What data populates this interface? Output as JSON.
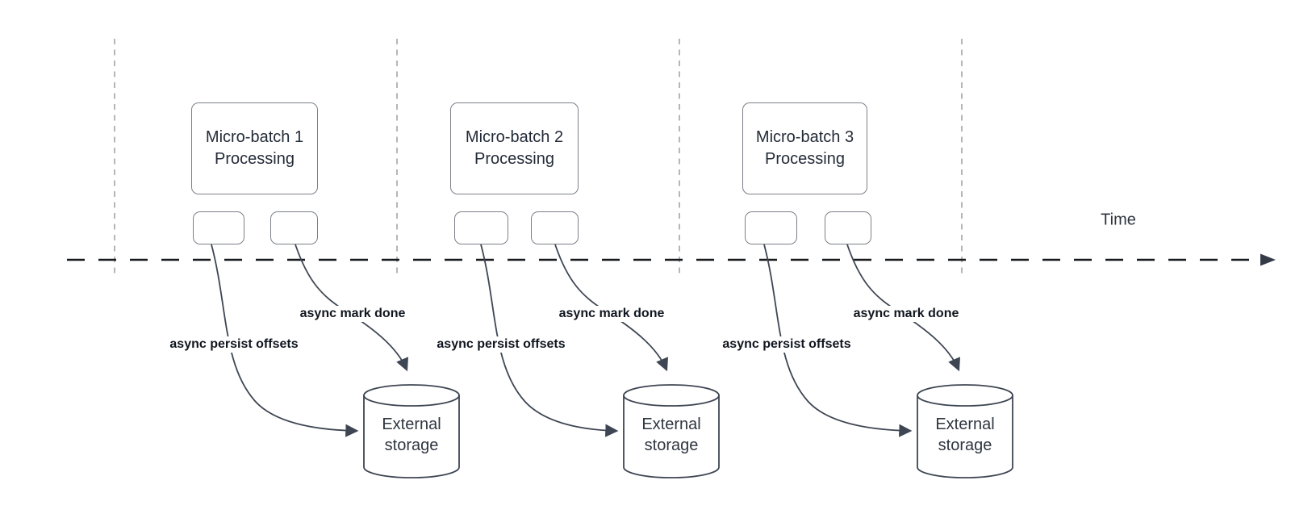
{
  "diagram": {
    "time_label": "Time",
    "batches": [
      {
        "name": "Micro-batch 1",
        "subtitle": "Processing",
        "persist_label": "async persist offsets",
        "mark_done_label": "async mark done",
        "storage": {
          "line1": "External",
          "line2": "storage"
        }
      },
      {
        "name": "Micro-batch 2",
        "subtitle": "Processing",
        "persist_label": "async persist offsets",
        "mark_done_label": "async mark done",
        "storage": {
          "line1": "External",
          "line2": "storage"
        }
      },
      {
        "name": "Micro-batch 3",
        "subtitle": "Processing",
        "persist_label": "async persist offsets",
        "mark_done_label": "async mark done",
        "storage": {
          "line1": "External",
          "line2": "storage"
        }
      }
    ],
    "colors": {
      "background": "#ffffff",
      "box_border": "#7b8087",
      "box_text": "#232b38",
      "cylinder_border": "#3e4653",
      "curve": "#3e4653",
      "axis": "#17191c",
      "axis_arrow": "#343b47",
      "guide": "#a8aaad",
      "label_text": "#10161f",
      "storage_text": "#2f3640",
      "time_text": "#2f3640"
    }
  }
}
